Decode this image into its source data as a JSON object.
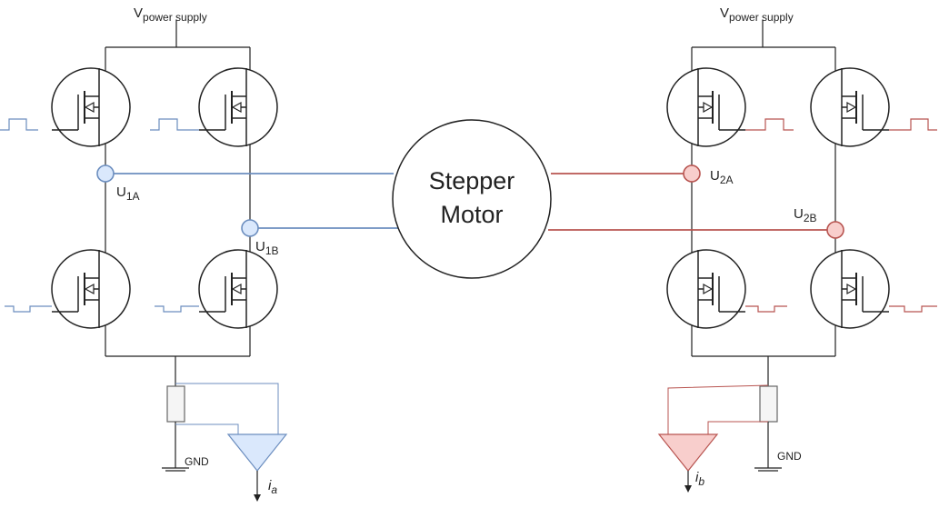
{
  "colors": {
    "wire": "#222222",
    "phase_a": "#6c8ebf",
    "phase_a_fill": "#dae8fc",
    "phase_b": "#b85450",
    "phase_b_fill": "#f8cecc",
    "resistor_fill": "#f5f5f5"
  },
  "left_bridge": {
    "supply_label": "V",
    "supply_subscript": "power supply",
    "node_a_label": "U",
    "node_a_subscript": "1A",
    "node_b_label": "U",
    "node_b_subscript": "1B",
    "gnd_label": "GND",
    "current_label": "i",
    "current_subscript": "a"
  },
  "right_bridge": {
    "supply_label": "V",
    "supply_subscript": "power supply",
    "node_a_label": "U",
    "node_a_subscript": "2A",
    "node_b_label": "U",
    "node_b_subscript": "2B",
    "gnd_label": "GND",
    "current_label": "i",
    "current_subscript": "b"
  },
  "motor": {
    "line1": "Stepper",
    "line2": "Motor"
  }
}
